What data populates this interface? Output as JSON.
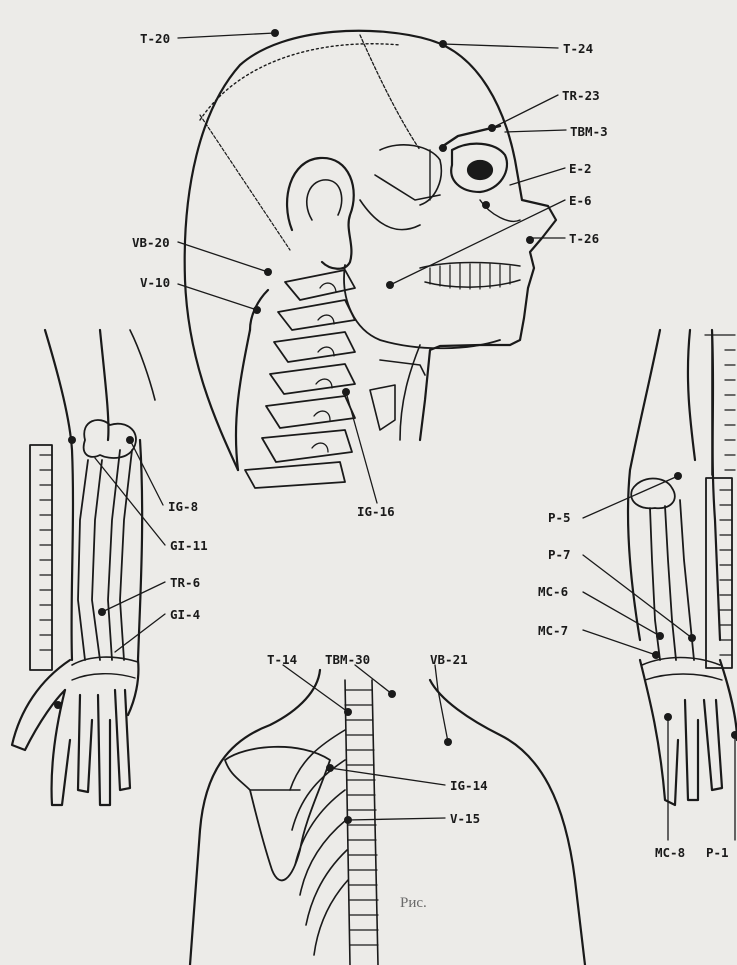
{
  "figure": {
    "ink_color": "#1a1a1a",
    "paper_color": "#ecebe8",
    "labels": {
      "t20": "T-20",
      "t24": "T-24",
      "tr23": "TR-23",
      "tbm3": "TBM-3",
      "e2": "E-2",
      "e6": "E-6",
      "t26": "T-26",
      "vb20": "VB-20",
      "v10": "V-10",
      "ig8": "IG-8",
      "gi11": "GI-11",
      "tr6": "TR-6",
      "gi4": "GI-4",
      "ig16": "IG-16",
      "p5": "P-5",
      "p7": "P-7",
      "mc6": "MC-6",
      "mc7": "MC-7",
      "t14": "T-14",
      "tbm30": "TBM-30",
      "vb21": "VB-21",
      "ig14": "IG-14",
      "v15": "V-15",
      "mc8": "MC-8",
      "p1": "P-1"
    },
    "caption": "Рис."
  }
}
